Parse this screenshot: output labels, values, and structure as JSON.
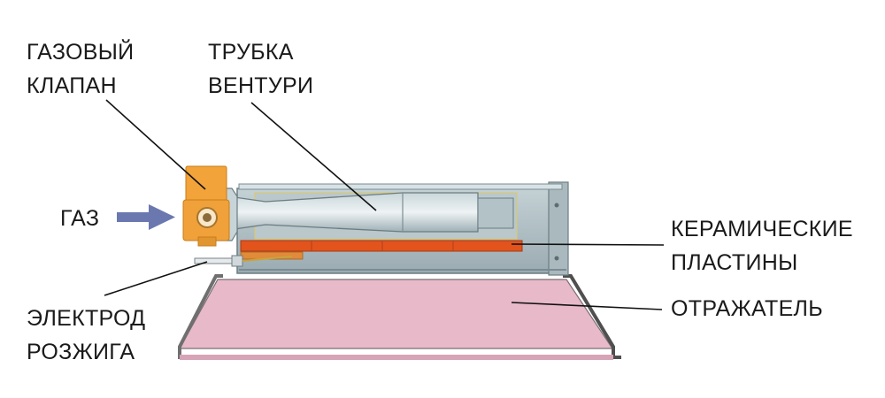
{
  "labels": {
    "gas_valve": [
      "ГАЗОВЫЙ",
      "КЛАПАН"
    ],
    "venturi_tube": [
      "ТРУБКА",
      "ВЕНТУРИ"
    ],
    "gas": "ГАЗ",
    "ceramic_plates": [
      "КЕРАМИЧЕСКИЕ",
      "ПЛАСТИНЫ"
    ],
    "reflector": "ОТРАЖАТЕЛЬ",
    "ignition_electrode": [
      "ЭЛЕКТРОД",
      "РОЗЖИГА"
    ]
  },
  "colors": {
    "valve": "#f2a33a",
    "housing": "#b8c7cc",
    "ceramic": "#e2541c",
    "reflector": "#e7b9c9",
    "arrow": "#6b78b0"
  }
}
